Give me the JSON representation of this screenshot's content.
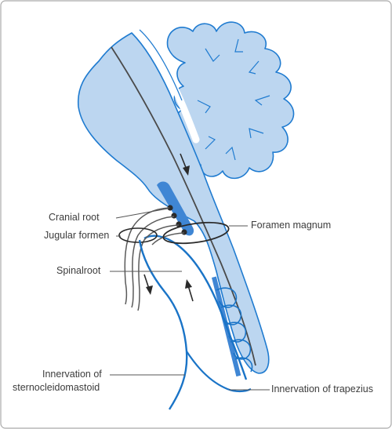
{
  "colors": {
    "tissue_fill": "#bcd6f0",
    "tissue_outline": "#1f7bd0",
    "nerve": "#1a74c7",
    "nucleus": "#3f86d4",
    "canal": "#4a4a4a",
    "leader": "#555555",
    "frame": "#aaaaaa"
  },
  "labels": {
    "cranial_root": "Cranial root",
    "jugular_foramen": "Jugular formen",
    "foramen_magnum": "Foramen magnum",
    "spinal_root": "Spinalroot",
    "innervation_scm_line1": "Innervation of",
    "innervation_scm_line2": "sternocleidomastoid",
    "innervation_trapezius": "Innervation of trapezius"
  }
}
